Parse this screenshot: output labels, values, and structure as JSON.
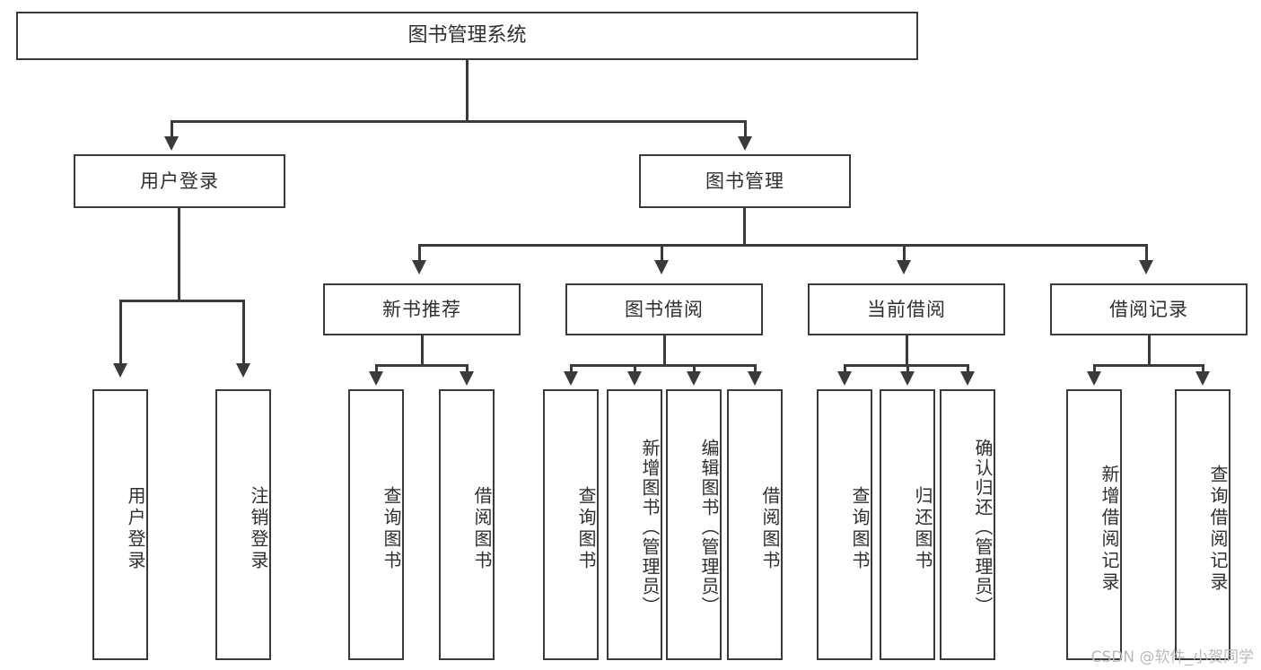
{
  "diagram": {
    "type": "hierarchy-tree",
    "title": "图书管理系统",
    "root": {
      "label": "图书管理系统"
    },
    "level2": [
      {
        "label": "用户登录"
      },
      {
        "label": "图书管理"
      }
    ],
    "level3": [
      {
        "label": "新书推荐"
      },
      {
        "label": "图书借阅"
      },
      {
        "label": "当前借阅"
      },
      {
        "label": "借阅记录"
      }
    ],
    "leaves": {
      "user_login": [
        {
          "label": "用户登录"
        },
        {
          "label": "注销登录"
        }
      ],
      "new_book_recommend": [
        {
          "label": "查询图书"
        },
        {
          "label": "借阅图书"
        }
      ],
      "book_borrow": [
        {
          "label": "查询图书"
        },
        {
          "label": "新增图书（管理员）"
        },
        {
          "label": "编辑图书（管理员）"
        },
        {
          "label": "借阅图书"
        }
      ],
      "current_borrow": [
        {
          "label": "查询图书"
        },
        {
          "label": "归还图书"
        },
        {
          "label": "确认归还（管理员）"
        }
      ],
      "borrow_record": [
        {
          "label": "新增借阅记录"
        },
        {
          "label": "查询借阅记录"
        }
      ]
    }
  },
  "watermark": {
    "text": "CSDN @软件_小贺同学"
  },
  "colors": {
    "stroke": "#3a3a3a",
    "text": "#2f2f2f",
    "background": "#ffffff",
    "watermark": "#b9b9b9"
  }
}
